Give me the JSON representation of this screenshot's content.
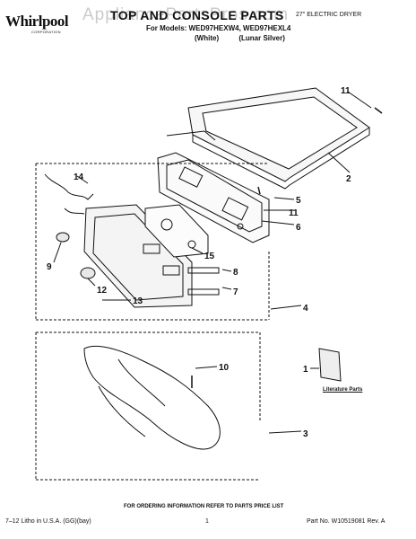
{
  "header": {
    "brand": "Whirlpool",
    "brand_sub": "CORPORATION",
    "title": "TOP AND CONSOLE PARTS",
    "product": "27\" ELECTRIC DRYER",
    "models_line": "For Models: WED97HEXW4, WED97HEXL4",
    "colors_line": "(White)          (Lunar Silver)",
    "watermark": "AppliancePartsPros.com"
  },
  "callouts": {
    "c1": "1",
    "c2": "2",
    "c3": "3",
    "c4": "4",
    "c5": "5",
    "c6": "6",
    "c7": "7",
    "c8": "8",
    "c9": "9",
    "c10": "10",
    "c11a": "11",
    "c11b": "11",
    "c12": "12",
    "c13": "13",
    "c14": "14",
    "c15": "15"
  },
  "literature_label": "Literature Parts",
  "footer": {
    "note": "FOR ORDERING INFORMATION REFER TO PARTS PRICE LIST",
    "left": "7–12 Litho in U.S.A. (GG)(bay)",
    "page": "1",
    "right": "Part No. W10519081 Rev. A"
  },
  "colors": {
    "line": "#111111",
    "panel_fill": "#f2f2f2",
    "watermark": "#a0a0a0"
  }
}
